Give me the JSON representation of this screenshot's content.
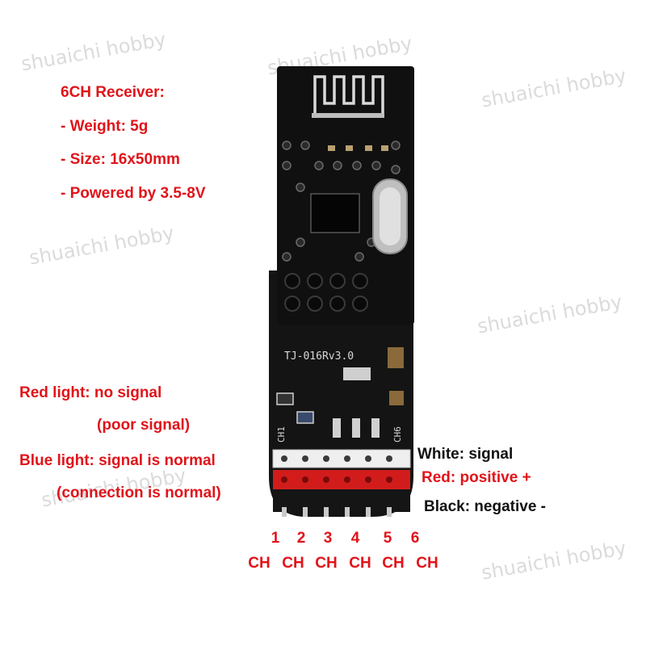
{
  "watermark": "shuaichi hobby",
  "specs": {
    "title": "6CH Receiver:",
    "weight": "- Weight: 5g",
    "size": "- Size: 16x50mm",
    "power": "- Powered by 3.5-8V"
  },
  "lights": {
    "red_line1": "Red light: no signal",
    "red_line2": "(poor signal)",
    "blue_line1": "Blue light: signal is normal",
    "blue_line2": "(connection is normal)"
  },
  "pins": {
    "white": "White: signal",
    "red": "Red: positive +",
    "black": "Black: negative -"
  },
  "channels": {
    "numbers": [
      "1",
      "2",
      "3",
      "4",
      "5",
      "6"
    ],
    "label": "CH"
  },
  "board": {
    "model": "TJ-016Rv3.0",
    "ch1": "CH1",
    "ch6": "CH6"
  },
  "colors": {
    "text_red": "#e0141a",
    "text_black": "#111111",
    "pcb": "#161616",
    "pin_white": "#f2f2f2",
    "pin_red": "#d21c1c",
    "pin_black": "#151515"
  }
}
